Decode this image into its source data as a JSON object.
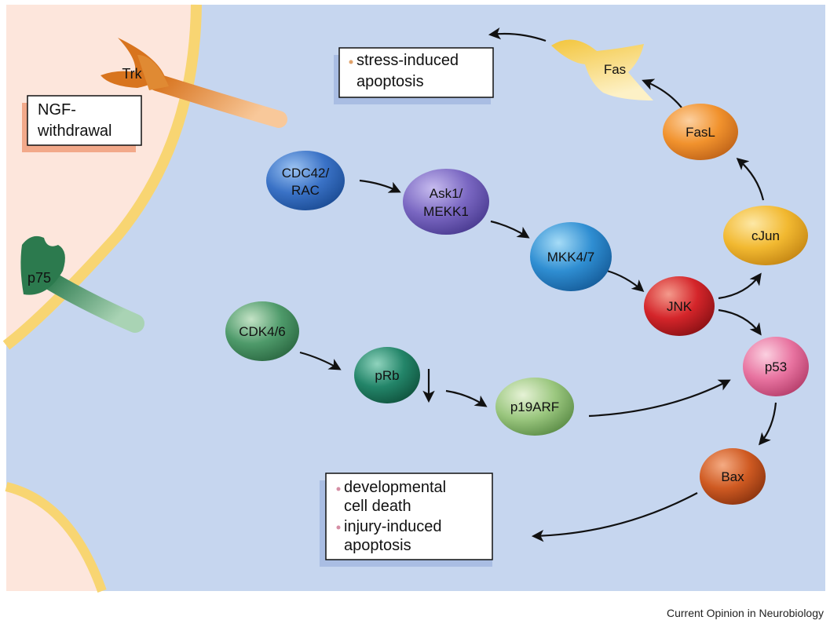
{
  "receptors": {
    "trk": "Trk",
    "p75": "p75"
  },
  "nodes": {
    "cdc42_line1": "CDC42/",
    "cdc42_line2": "RAC",
    "ask1_line1": "Ask1/",
    "ask1_line2": "MEKK1",
    "mkk47": "MKK4/7",
    "jnk": "JNK",
    "cjun": "cJun",
    "fasl": "FasL",
    "fas": "Fas",
    "p53": "p53",
    "bax": "Bax",
    "cdk46": "CDK4/6",
    "prb": "pRb",
    "p19arf": "p19ARF"
  },
  "boxes": {
    "ngf_line1": "NGF-",
    "ngf_line2": "withdrawal",
    "stress_line1": "stress-induced",
    "stress_line2": "apoptosis",
    "dev_line1": "developmental",
    "dev_line2": "cell death",
    "injury_line1": "injury-induced",
    "injury_line2": "apoptosis"
  },
  "credit": "Current Opinion in Neurobiology",
  "colors": {
    "cytoplasm": "#c6d6ef",
    "extracellular": "#fde6dc",
    "membrane": "#f8d572",
    "blue": "#3a72c6",
    "purple": "#7a67c2",
    "sky": "#2f8ed2",
    "red": "#d4252a",
    "yellow": "#f2b931",
    "orange": "#f1922d",
    "pink": "#e873a0",
    "rust": "#cf5a22",
    "green": "#4e9a6a",
    "teal": "#238569",
    "lightgreen": "#9bc77f"
  }
}
